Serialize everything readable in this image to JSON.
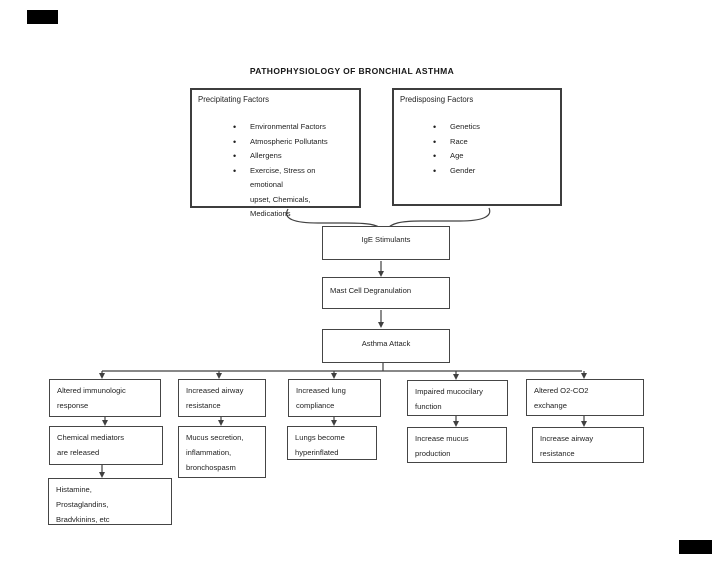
{
  "title": "PATHOPHYSIOLOGY OF BRONCHIAL ASTHMA",
  "precipitating": {
    "heading": "Precipitating Factors",
    "items": [
      "Environmental Factors",
      "Atmospheric Pollutants",
      "Allergens",
      "Exercise, Stress on emotional\nupset, Chemicals,\nMedications"
    ]
  },
  "predisposing": {
    "heading": "Predisposing Factors",
    "items": [
      "Genetics",
      "Race",
      "Age",
      "Gender"
    ]
  },
  "cascade": {
    "ige": "IgE Stimulants",
    "mast": "Mast Cell Degranulation",
    "asthma": "Asthma Attack"
  },
  "branches": [
    {
      "effect": "Altered immunologic\nresponse",
      "result": "Chemical mediators\nare released",
      "mediators": "Histamine,\nProstaglandins,\nBradvkinins, etc"
    },
    {
      "effect": "Increased airway\nresistance",
      "result": "Mucus secretion,\ninflammation,\nbronchospasm"
    },
    {
      "effect": "Increased lung\ncompliance",
      "result": "Lungs become\nhyperinflated"
    },
    {
      "effect": "Impaired mucocilary\nfunction",
      "result": "Increase mucus\nproduction"
    },
    {
      "effect": "Altered O2-CO2\nexchange",
      "result": "Increase airway\nresistance"
    }
  ],
  "colors": {
    "line": "#404040",
    "box_border": "#454545",
    "text": "#1f1f1f",
    "corner_mark": "#000000",
    "background": "#ffffff"
  }
}
